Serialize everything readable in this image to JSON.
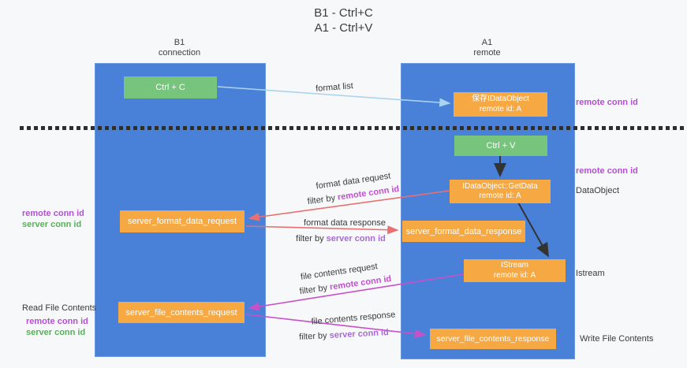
{
  "title": {
    "line1": "B1 - Ctrl+C",
    "line2": "A1 - Ctrl+V"
  },
  "columns": {
    "left": {
      "name": "B1",
      "role": "connection"
    },
    "right": {
      "name": "A1",
      "role": "remote"
    }
  },
  "boxes": {
    "ctrl_c": "Ctrl + C",
    "ctrl_v": "Ctrl + V",
    "save_idataobject": {
      "line1": "保存IDataObject",
      "line2": "remote id: A"
    },
    "getdata": {
      "line1": "IDataObject::GetData",
      "line2": "remote id: A"
    },
    "istream": {
      "line1": "IStream",
      "line2": "remote id: A"
    },
    "server_format_data_request": "server_format_data_request",
    "server_format_data_response": "server_format_data_response",
    "server_file_contents_request": "server_file_contents_request",
    "server_file_contents_response": "server_file_contents_response"
  },
  "labels": {
    "remote_conn_id": "remote conn id",
    "server_conn_id": "server conn id",
    "data_object": "DataObject",
    "istream": "Istream",
    "read_file_contents": "Read File Contents",
    "write_file_contents": "Write File Contents",
    "filter_by": "filter by"
  },
  "flows": {
    "format_list": "format list",
    "format_data_request": "format data request",
    "format_data_response": "format data response",
    "file_contents_request": "file contents request",
    "file_contents_response": "file contents response"
  },
  "colors": {
    "column_blue": "#4a81d8",
    "box_green": "#77c57c",
    "box_orange": "#f6a843",
    "arrow_red": "#e87070",
    "arrow_magenta": "#c850c8",
    "arrow_light_blue": "#a9d3ee",
    "arrow_black": "#333333",
    "remote_conn_purple": "#b44fd4",
    "server_conn_green": "#58b158",
    "filter_remote_magenta": "#c24fd0",
    "filter_server_purple": "#a76ad6"
  }
}
